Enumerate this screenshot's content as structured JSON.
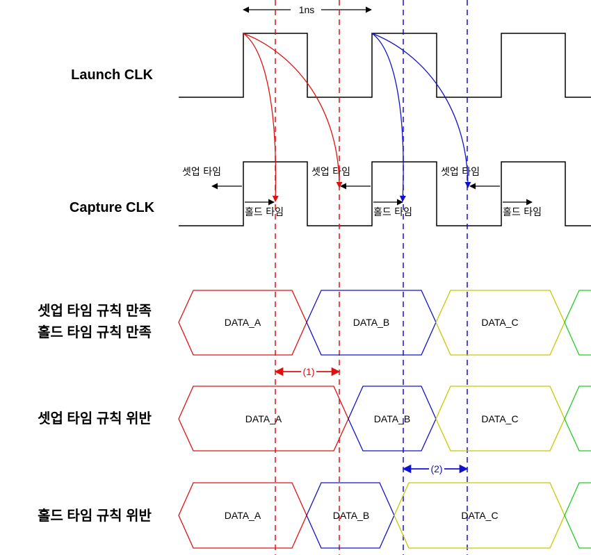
{
  "launch_label": "Launch CLK",
  "capture_label": "Capture CLK",
  "period_label": "1ns",
  "setup_label": "셋업 타임",
  "hold_label": "홀드 타임",
  "rows": {
    "ok_line1": "셋업 타임 규칙 만족",
    "ok_line2": "홀드 타임 규칙 만족",
    "setup_violation": "셋업 타임 규칙 위반",
    "hold_violation": "홀드 타임 규칙 위반"
  },
  "data_labels": {
    "a": "DATA_A",
    "b": "DATA_B",
    "c": "DATA_C"
  },
  "marker_1": "(1)",
  "marker_2": "(2)",
  "colors": {
    "red": "#e01010",
    "blue": "#1010cc",
    "yellow": "#c8c800",
    "green": "#22cc22",
    "black": "#000000"
  }
}
